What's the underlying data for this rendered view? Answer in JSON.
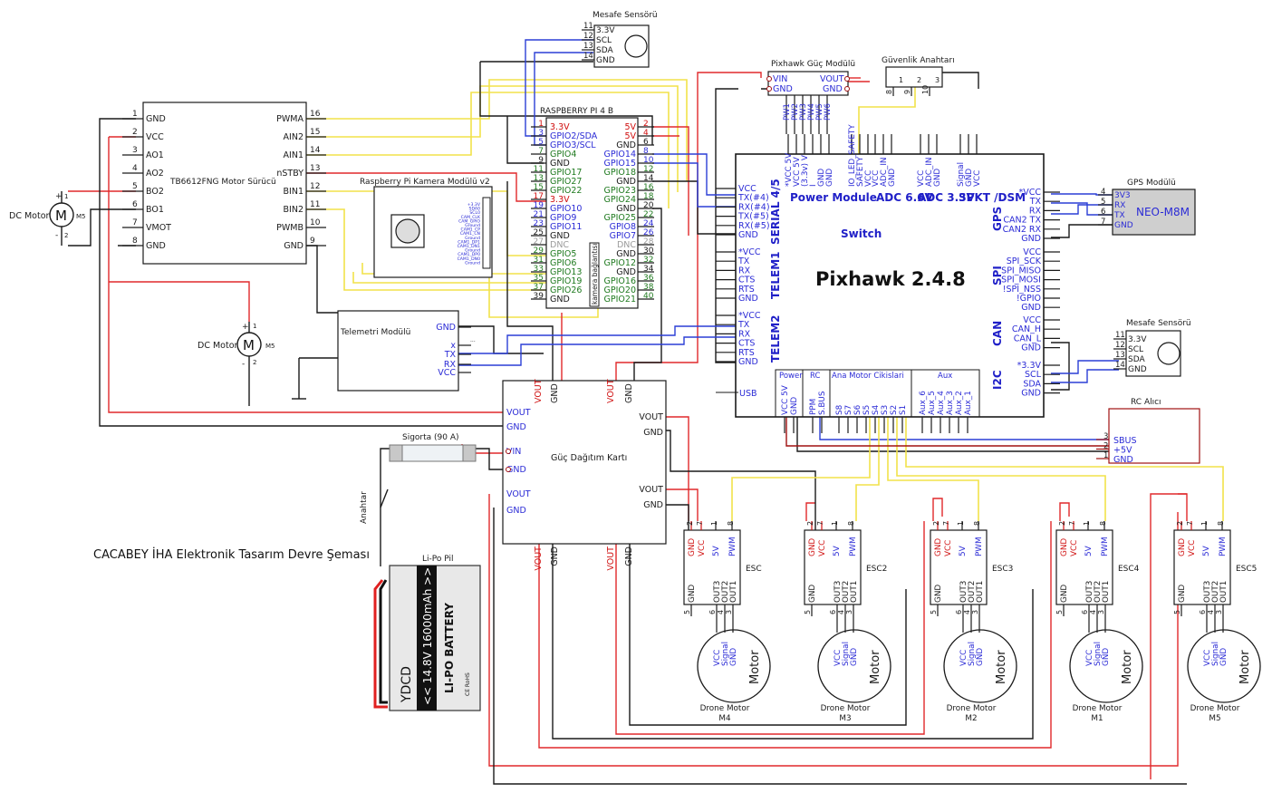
{
  "diagram_title": "CACABEY İHA Elektronik Tasarım Devre Şeması",
  "components": {
    "motor_driver": {
      "title": "TB6612FNG Motor Sürücü",
      "left_pins": [
        {
          "num": "1",
          "name": "GND"
        },
        {
          "num": "2",
          "name": "VCC"
        },
        {
          "num": "3",
          "name": "AO1"
        },
        {
          "num": "4",
          "name": "AO2"
        },
        {
          "num": "5",
          "name": "BO2"
        },
        {
          "num": "6",
          "name": "BO1"
        },
        {
          "num": "7",
          "name": "VMOT"
        },
        {
          "num": "8",
          "name": "GND"
        }
      ],
      "right_pins": [
        {
          "num": "16",
          "name": "PWMA"
        },
        {
          "num": "15",
          "name": "AIN2"
        },
        {
          "num": "14",
          "name": "AIN1"
        },
        {
          "num": "13",
          "name": "nSTBY"
        },
        {
          "num": "12",
          "name": "BIN1"
        },
        {
          "num": "11",
          "name": "BIN2"
        },
        {
          "num": "10",
          "name": "PWMB"
        },
        {
          "num": "9",
          "name": "GND"
        }
      ]
    },
    "dc_motor_1": {
      "label": "DC Motor",
      "model": "M5",
      "plus": "+",
      "minus": "-",
      "pin1": "1",
      "pin2": "2"
    },
    "dc_motor_2": {
      "label": "DC Motor",
      "model": "M5",
      "plus": "+",
      "minus": "-",
      "pin1": "1",
      "pin2": "2"
    },
    "raspberry": {
      "title": "RASPBERRY PI 4 B",
      "left": [
        {
          "num": "1",
          "name": "3.3V",
          "c": "red"
        },
        {
          "num": "3",
          "name": "GPIO2/SDA",
          "c": "blue"
        },
        {
          "num": "5",
          "name": "GPIO3/SCL",
          "c": "blue"
        },
        {
          "num": "7",
          "name": "GPIO4",
          "c": "green"
        },
        {
          "num": "9",
          "name": "GND",
          "c": "black"
        },
        {
          "num": "11",
          "name": "GPIO17",
          "c": "green"
        },
        {
          "num": "13",
          "name": "GPIO27",
          "c": "green"
        },
        {
          "num": "15",
          "name": "GPIO22",
          "c": "green"
        },
        {
          "num": "17",
          "name": "3.3V",
          "c": "red"
        },
        {
          "num": "19",
          "name": "GPIO10",
          "c": "blue"
        },
        {
          "num": "21",
          "name": "GPIO9",
          "c": "blue"
        },
        {
          "num": "23",
          "name": "GPIO11",
          "c": "blue"
        },
        {
          "num": "25",
          "name": "GND",
          "c": "black"
        },
        {
          "num": "27",
          "name": "DNC",
          "c": "gray"
        },
        {
          "num": "29",
          "name": "GPIO5",
          "c": "green"
        },
        {
          "num": "31",
          "name": "GPIO6",
          "c": "green"
        },
        {
          "num": "33",
          "name": "GPIO13",
          "c": "green"
        },
        {
          "num": "35",
          "name": "GPIO19",
          "c": "green"
        },
        {
          "num": "37",
          "name": "GPIO26",
          "c": "green"
        },
        {
          "num": "39",
          "name": "GND",
          "c": "black"
        }
      ],
      "right": [
        {
          "num": "2",
          "name": "5V",
          "c": "red"
        },
        {
          "num": "4",
          "name": "5V",
          "c": "red"
        },
        {
          "num": "6",
          "name": "GND",
          "c": "black"
        },
        {
          "num": "8",
          "name": "GPIO14",
          "c": "blue"
        },
        {
          "num": "10",
          "name": "GPIO15",
          "c": "blue"
        },
        {
          "num": "12",
          "name": "GPIO18",
          "c": "green"
        },
        {
          "num": "14",
          "name": "GND",
          "c": "black"
        },
        {
          "num": "16",
          "name": "GPIO23",
          "c": "green"
        },
        {
          "num": "18",
          "name": "GPIO24",
          "c": "green"
        },
        {
          "num": "20",
          "name": "GND",
          "c": "black"
        },
        {
          "num": "22",
          "name": "GPIO25",
          "c": "green"
        },
        {
          "num": "24",
          "name": "GPIO8",
          "c": "blue"
        },
        {
          "num": "26",
          "name": "GPIO7",
          "c": "blue"
        },
        {
          "num": "28",
          "name": "DNC",
          "c": "gray"
        },
        {
          "num": "30",
          "name": "GND",
          "c": "black"
        },
        {
          "num": "32",
          "name": "GPIO12",
          "c": "green"
        },
        {
          "num": "34",
          "name": "GND",
          "c": "black"
        },
        {
          "num": "36",
          "name": "GPIO16",
          "c": "green"
        },
        {
          "num": "38",
          "name": "GPIO20",
          "c": "green"
        },
        {
          "num": "40",
          "name": "GPIO21",
          "c": "green"
        }
      ],
      "camera_connector": "kamera bağlantısı"
    },
    "camera": {
      "title": "Raspberry Pi Kamera Modülü v2",
      "pins": [
        "+3.3V",
        "SDA0",
        "SCL0",
        "CAM_CLK",
        "CAM_GPIO",
        "Ground",
        "CAM1_CP",
        "CAM1_CN",
        "Ground",
        "CAM1_DP1",
        "CAM1_DN1",
        "Ground",
        "CAM1_DP0",
        "CAM1_DN0",
        "Ground"
      ]
    },
    "distance_sensor_top": {
      "title": "Mesafe Sensörü",
      "pins": [
        {
          "num": "11",
          "name": "3.3V"
        },
        {
          "num": "12",
          "name": "SCL"
        },
        {
          "num": "13",
          "name": "SDA"
        },
        {
          "num": "14",
          "name": "GND"
        }
      ]
    },
    "distance_sensor_right": {
      "title": "Mesafe Sensörü",
      "pins": [
        {
          "num": "11",
          "name": "3.3V"
        },
        {
          "num": "12",
          "name": "SCL"
        },
        {
          "num": "13",
          "name": "SDA"
        },
        {
          "num": "14",
          "name": "GND"
        }
      ]
    },
    "power_module": {
      "title": "Pixhawk Güç Modülü",
      "left": [
        "VIN",
        "GND"
      ],
      "right": [
        "VOUT",
        "GND"
      ]
    },
    "safety_switch": {
      "title": "Güvenlik Anahtarı",
      "pins": [
        "8",
        "9",
        "10",
        "1",
        "2",
        "3"
      ]
    },
    "gps": {
      "title": "GPS Modülü",
      "name": "NEO-M8M",
      "pins": [
        {
          "num": "4",
          "name": "3V3"
        },
        {
          "num": "5",
          "name": "RX"
        },
        {
          "num": "6",
          "name": "TX"
        },
        {
          "num": "7",
          "name": "GND"
        }
      ]
    },
    "rc": {
      "title": "RC Alıcı",
      "pins": [
        {
          "num": "3",
          "name": "SBUS"
        },
        {
          "num": "2",
          "name": "+5V"
        },
        {
          "num": "1",
          "name": "GND"
        }
      ]
    },
    "telemetry": {
      "title": "Telemetri Modülü",
      "pins": [
        "GND",
        "x",
        "TX",
        "RX",
        "VCC"
      ]
    },
    "pdb": {
      "title": "Güç Dağıtım Kartı",
      "left": [
        "VOUT",
        "GND",
        "VIN",
        "GND",
        "VOUT",
        "GND"
      ],
      "right": [
        "VOUT",
        "GND",
        "VOUT",
        "GND"
      ],
      "top": [
        "VOUT",
        "GND",
        "VOUT",
        "GND"
      ],
      "bottom": [
        "VOUT",
        "GND",
        "VOUT",
        "GND"
      ]
    },
    "fuse": {
      "label": "Sigorta (90 A)"
    },
    "switch_label": "Anahtar",
    "battery": {
      "title": "Li-Po Pil",
      "brand": "YDCD",
      "rating": "<< 14.8V 16000mAh >>",
      "type": "LI-PO BATTERY",
      "cert": "CE RoHS"
    },
    "pixhawk": {
      "title": "Pixhawk 2.4.8",
      "left_top": [
        "VCC",
        "TX(#4)",
        "RX(#4)",
        "TX(#5)",
        "RX(#5)",
        "GND"
      ],
      "telem1": [
        "*VCC",
        "TX",
        "RX",
        "CTS",
        "RTS",
        "GND"
      ],
      "telem2": [
        "*VCC",
        "TX",
        "RX",
        "CTS",
        "RTS",
        "GND"
      ],
      "usb": "USB",
      "sec_serial": "SERIAL 4/5",
      "sec_telem1": "TELEM1",
      "sec_telem2": "TELEM2",
      "sec_power": "Power Module",
      "sec_switch": "Switch",
      "sec_adc66": "ADC 6.6V",
      "sec_adc33": "ADC 3.3V",
      "sec_spkt": "SPKT /DSM",
      "sec_gps": "GPS",
      "sec_spi": "SPI",
      "sec_can": "CAN",
      "sec_i2c": "I2C",
      "top_power": [
        "*VCC 5V",
        "VCC 5V",
        "(3.3v) V",
        "I",
        "GND",
        "GND"
      ],
      "top_switch": [
        "IO_LED_SAFETY",
        "SAFETY",
        "VCC"
      ],
      "top_adc66": [
        "VCC",
        "ADC_IN",
        "GND"
      ],
      "top_adc33": [
        "VCC",
        "ADC_IN",
        "GND"
      ],
      "top_spkt": [
        "Signal",
        "GND",
        "VCC"
      ],
      "gps_pins": [
        "*VCC",
        "TX",
        "RX",
        "CAN2 TX",
        "CAN2 RX",
        "GND"
      ],
      "spi_pins": [
        "VCC",
        "SPI_SCK",
        "SPI_MISO",
        "SPI_MOSI",
        "!SPI_NSS",
        "!GPIO",
        "GND"
      ],
      "can_pins": [
        "VCC",
        "CAN_H",
        "CAN_L",
        "GND"
      ],
      "i2c_pins": [
        "*3.3V",
        "SCL",
        "SDA",
        "GND"
      ],
      "bottom_groups": {
        "power": "Power",
        "rc": "RC",
        "main": "Ana Motor Cikislari",
        "aux": "Aux"
      },
      "bottom_power": [
        "VCC 5V",
        "GND"
      ],
      "bottom_rc": [
        "PPM",
        "S.BUS"
      ],
      "bottom_main": [
        "S8",
        "S7",
        "S6",
        "S5",
        "S4",
        "S3",
        "S2",
        "S1"
      ],
      "bottom_aux": [
        "Aux_6",
        "Aux_5",
        "Aux_4",
        "Aux_3",
        "Aux_2",
        "Aux_1"
      ],
      "pw_pins": [
        "PW1",
        "PW2",
        "PW3",
        "PW4",
        "PW5",
        "PW6"
      ]
    },
    "escs": [
      {
        "name": "ESC",
        "motor": "Drone Motor",
        "motor_id": "M4"
      },
      {
        "name": "ESC2",
        "motor": "Drone Motor",
        "motor_id": "M3"
      },
      {
        "name": "ESC3",
        "motor": "Drone Motor",
        "motor_id": "M2"
      },
      {
        "name": "ESC4",
        "motor": "Drone Motor",
        "motor_id": "M1"
      },
      {
        "name": "ESC5",
        "motor": "Drone Motor",
        "motor_id": "M5"
      }
    ],
    "esc_pins": {
      "top": [
        "GND",
        "VCC",
        "5V",
        "PWM"
      ],
      "top_nums": [
        "2",
        "7",
        "1",
        "8"
      ],
      "bottom": [
        "GND",
        "OUT3",
        "OUT2",
        "OUT1"
      ],
      "bottom_nums": [
        "5",
        "6",
        "4",
        "3"
      ],
      "motor_pins": [
        "VCC",
        "Signal",
        "GND"
      ],
      "motor_label": "Motor"
    }
  }
}
